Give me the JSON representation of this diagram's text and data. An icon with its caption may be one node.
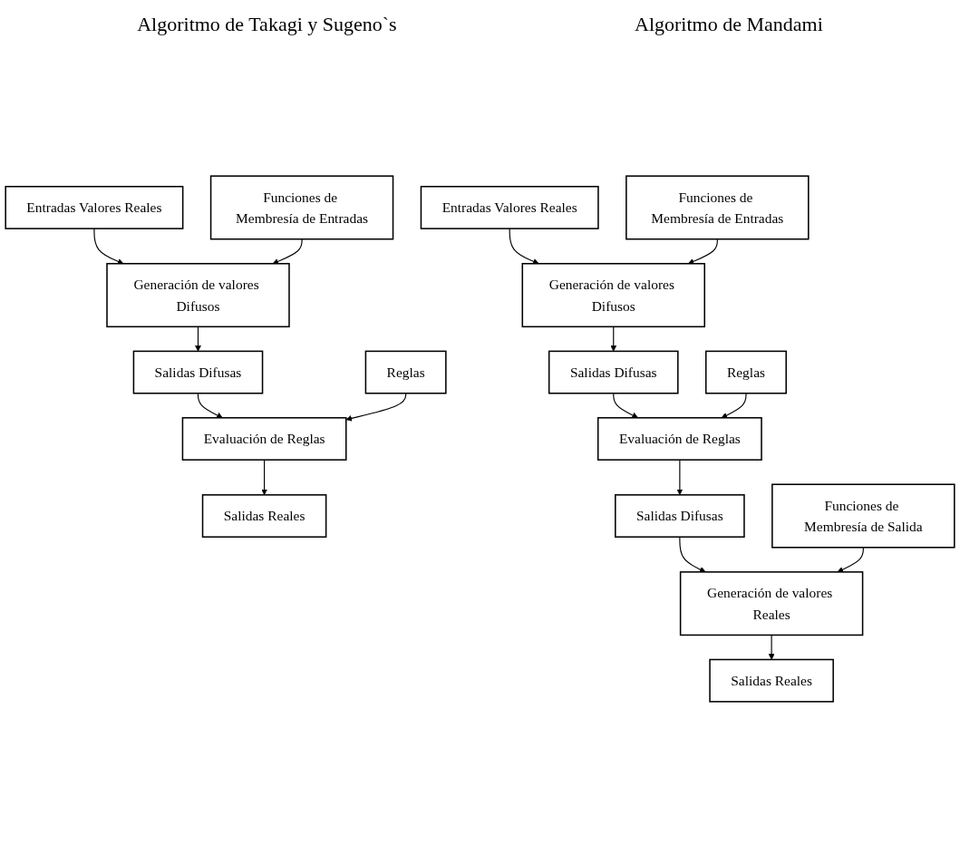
{
  "diagram": {
    "nodes": [
      {
        "text": [
          "Entradas Valores Reales"
        ]
      },
      {
        "text": [
          "Funciones de Membresía de Entradas"
        ]
      },
      {
        "text": [
          "Generación de valores Difusos"
        ]
      },
      {
        "text": [
          "Salidas Difusas"
        ]
      },
      {
        "text": [
          "Reglas"
        ]
      },
      {
        "text": [
          "Evaluación de Reglas"
        ]
      },
      {
        "text": [
          "Salidas Reales"
        ]
      },
      {
        "text": [
          "Entradas Valores Reales"
        ]
      },
      {
        "text": [
          "Funciones de Membresía de Entradas"
        ]
      },
      {
        "text": [
          "Generación de valores Difusos"
        ]
      },
      {
        "text": [
          "Salidas Difusas"
        ]
      },
      {
        "text": [
          "Reglas"
        ]
      },
      {
        "text": [
          "Evaluación de Reglas"
        ]
      },
      {
        "text": [
          "Salidas Difusas"
        ]
      },
      {
        "text": [
          "Funciones de Membresía de Salida"
        ]
      },
      {
        "text": [
          "Generación de valores Reales"
        ]
      },
      {
        "text": [
          "Salidas Reales"
        ]
      }
    ],
    "edges": [
      {
        "from": 0,
        "to": 2,
        "arrow": "to"
      },
      {
        "from": 1,
        "to": 2,
        "arrow": "to"
      },
      {
        "from": 2,
        "to": 3,
        "arrow": "to"
      },
      {
        "from": 3,
        "to": 5,
        "arrow": "to"
      },
      {
        "from": 4,
        "to": 5,
        "arrow": "to"
      },
      {
        "from": 5,
        "to": 6,
        "arrow": "to"
      },
      {
        "from": 7,
        "to": 9,
        "arrow": "to"
      },
      {
        "from": 8,
        "to": 9,
        "arrow": "to"
      },
      {
        "from": 9,
        "to": 10,
        "arrow": "to"
      },
      {
        "from": 10,
        "to": 12,
        "arrow": "to"
      },
      {
        "from": 11,
        "to": 12,
        "arrow": "to"
      },
      {
        "from": 12,
        "to": 13,
        "arrow": "to"
      },
      {
        "from": 13,
        "to": 15,
        "arrow": "to"
      },
      {
        "from": 14,
        "to": 15,
        "arrow": "to"
      },
      {
        "from": 15,
        "to": 16,
        "arrow": "to"
      }
    ],
    "labels": [
      "Algoritmo de Takagi y Sugeno`s",
      "Algoritmo de Mandami"
    ]
  }
}
